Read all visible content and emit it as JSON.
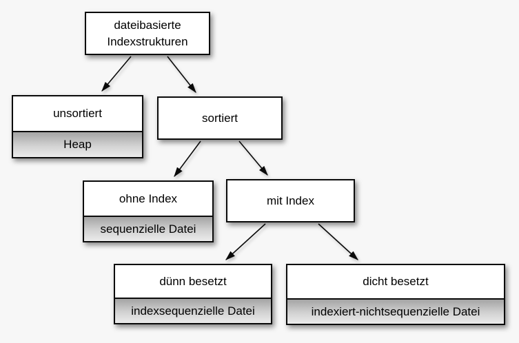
{
  "colors": {
    "background": "#f7f7f7",
    "box_fill": "#ffffff",
    "box_border": "#000000",
    "band_gradient_top": "#a4a4a4",
    "band_gradient_bottom": "#ebebeb",
    "arrow": "#000000",
    "text": "#000000"
  },
  "nodes": [
    {
      "id": "root",
      "title": "dateibasierte Indexstrukturen",
      "subtitle": ""
    },
    {
      "id": "unsortiert",
      "title": "unsortiert",
      "subtitle": "Heap"
    },
    {
      "id": "sortiert",
      "title": "sortiert",
      "subtitle": ""
    },
    {
      "id": "ohne-index",
      "title": "ohne Index",
      "subtitle": "sequenzielle Datei"
    },
    {
      "id": "mit-index",
      "title": "mit Index",
      "subtitle": ""
    },
    {
      "id": "duenn-besetzt",
      "title": "dünn besetzt",
      "subtitle": "indexsequenzielle Datei"
    },
    {
      "id": "dicht-besetzt",
      "title": "dicht besetzt",
      "subtitle": "indexiert-nichtsequenzielle Datei"
    }
  ],
  "edges": [
    {
      "from": "root",
      "to": "unsortiert"
    },
    {
      "from": "root",
      "to": "sortiert"
    },
    {
      "from": "sortiert",
      "to": "ohne-index"
    },
    {
      "from": "sortiert",
      "to": "mit-index"
    },
    {
      "from": "mit-index",
      "to": "duenn-besetzt"
    },
    {
      "from": "mit-index",
      "to": "dicht-besetzt"
    }
  ]
}
